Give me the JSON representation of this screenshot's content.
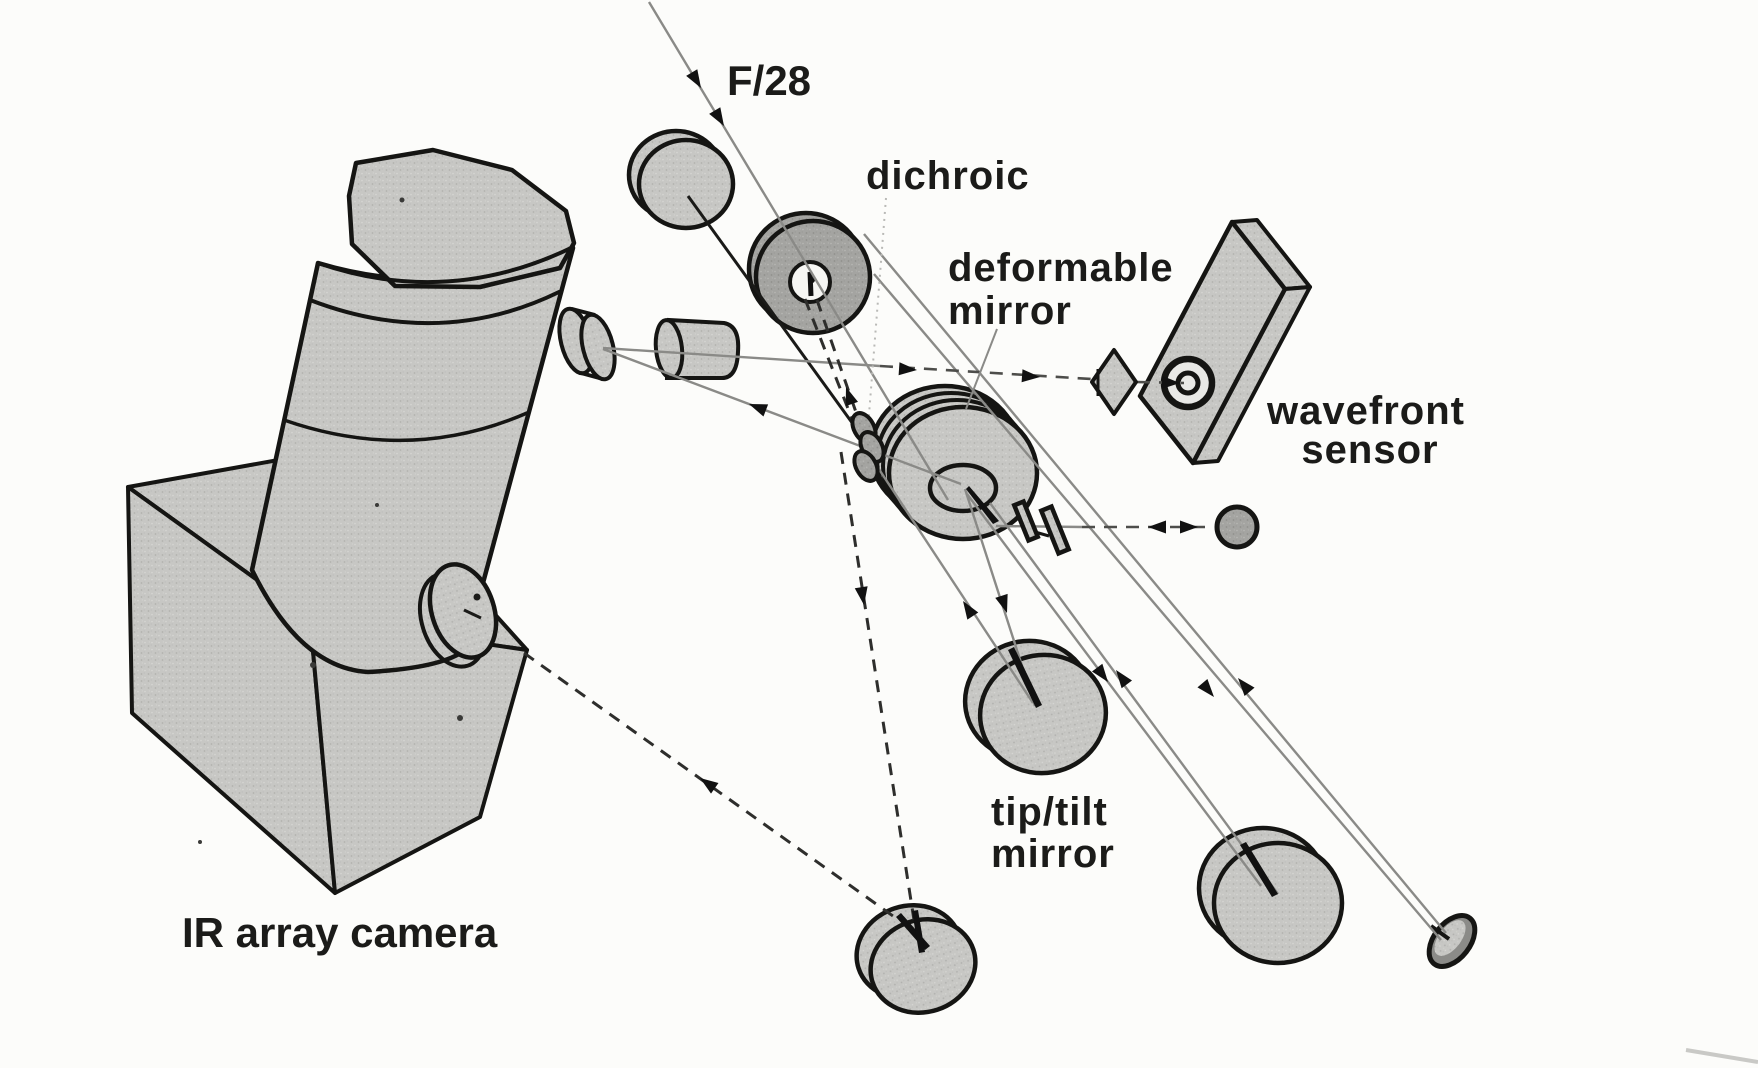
{
  "diagram": {
    "type": "optical-schematic",
    "labels": {
      "f_ratio": "F/28",
      "dichroic": "dichroic",
      "deformable_mirror": [
        "deformable",
        "mirror"
      ],
      "wavefront_sensor": [
        "wavefront",
        "sensor"
      ],
      "tip_tilt_mirror": [
        "tip/tilt",
        "mirror"
      ],
      "ir_camera": "IR array camera"
    },
    "colors": {
      "background": "#fcfcfa",
      "ink": "#1b1b19",
      "outline": "#151513",
      "component_fill": "#c7c7c4",
      "dark_component_fill": "#a6a6a3",
      "beam_line": "#8a8a87",
      "dashed_beam": "#2e2e2c"
    }
  }
}
